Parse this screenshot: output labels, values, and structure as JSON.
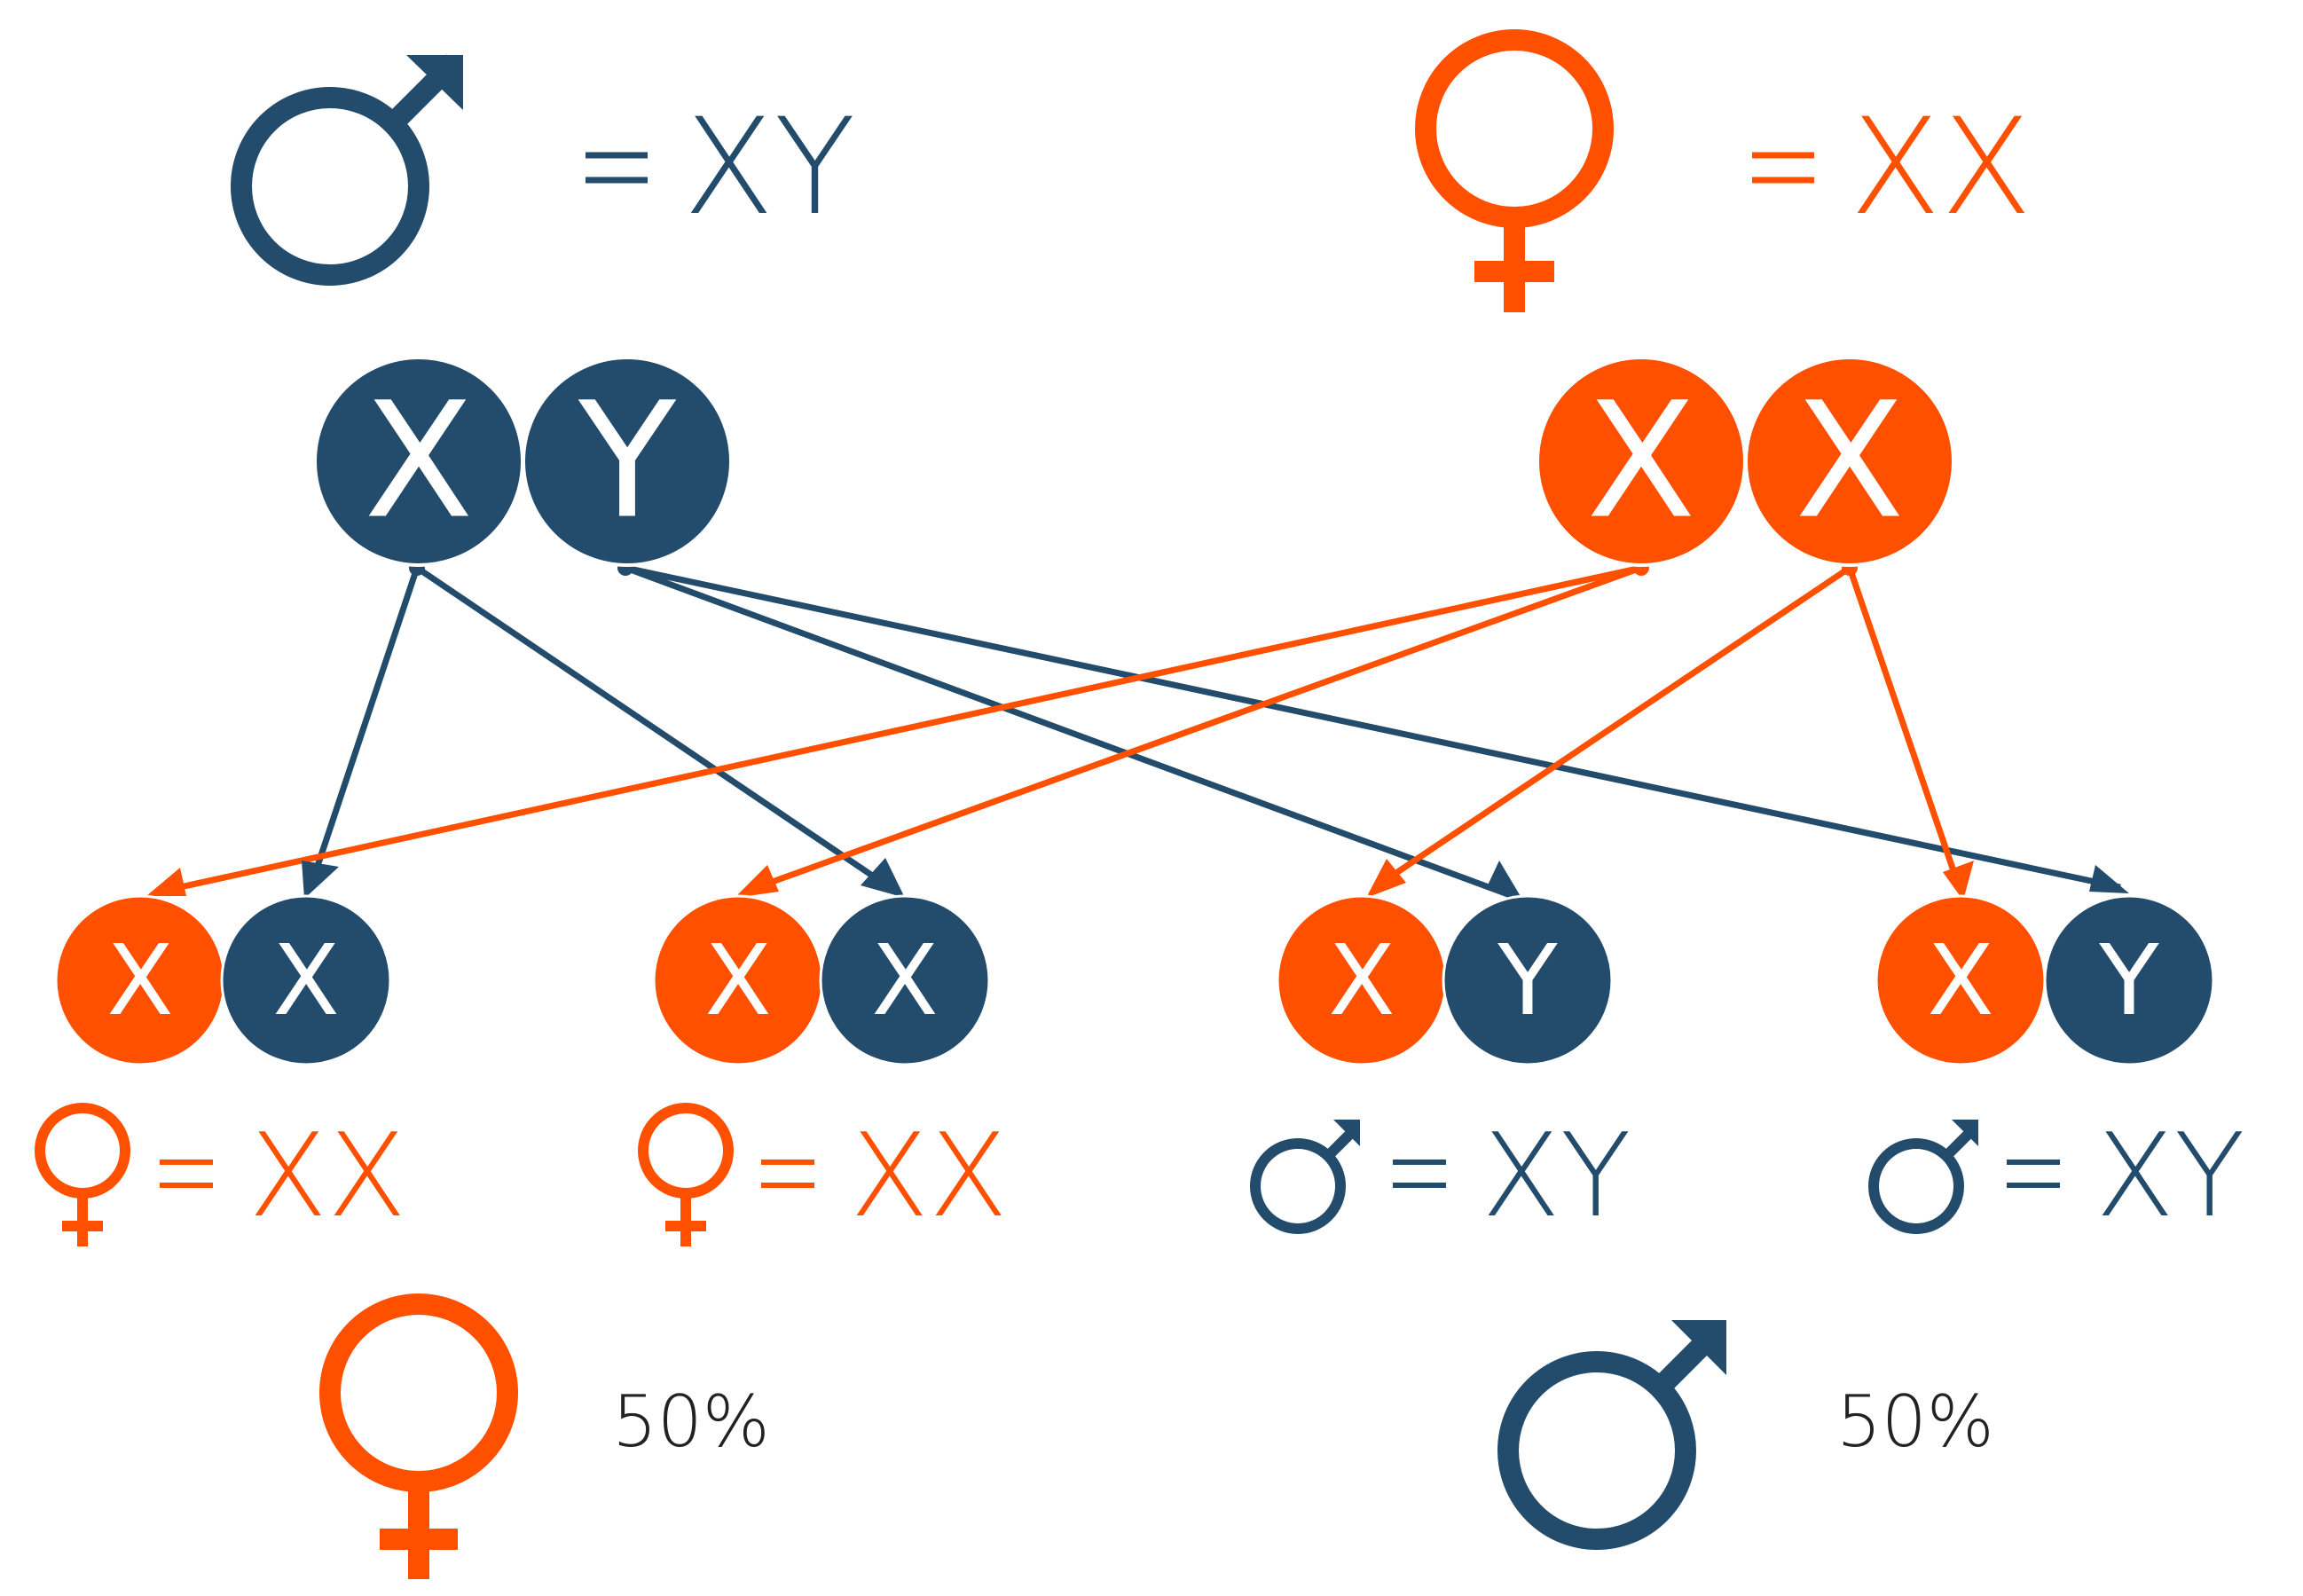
{
  "colors": {
    "male": "#234B6B",
    "female": "#FF5000",
    "text_dark": "#222222",
    "on_circle": "#ffffff"
  },
  "legend": {
    "male": {
      "icon": "male-symbol",
      "equals": "=",
      "chromosomes": "XY"
    },
    "female": {
      "icon": "female-symbol",
      "equals": "=",
      "chromosomes": "XX"
    }
  },
  "father": {
    "chromosomes": [
      "X",
      "Y"
    ]
  },
  "mother": {
    "chromosomes": [
      "X",
      "X"
    ]
  },
  "offspring": [
    {
      "chromosomes": [
        "X",
        "X"
      ],
      "sex": "female",
      "equals": "=",
      "label": "XX"
    },
    {
      "chromosomes": [
        "X",
        "X"
      ],
      "sex": "female",
      "equals": "=",
      "label": "XX"
    },
    {
      "chromosomes": [
        "X",
        "Y"
      ],
      "sex": "male",
      "equals": "=",
      "label": "XY"
    },
    {
      "chromosomes": [
        "X",
        "Y"
      ],
      "sex": "male",
      "equals": "=",
      "label": "XY"
    }
  ],
  "summary": {
    "female": {
      "icon": "female-symbol",
      "percent": "50%"
    },
    "male": {
      "icon": "male-symbol",
      "percent": "50%"
    }
  }
}
